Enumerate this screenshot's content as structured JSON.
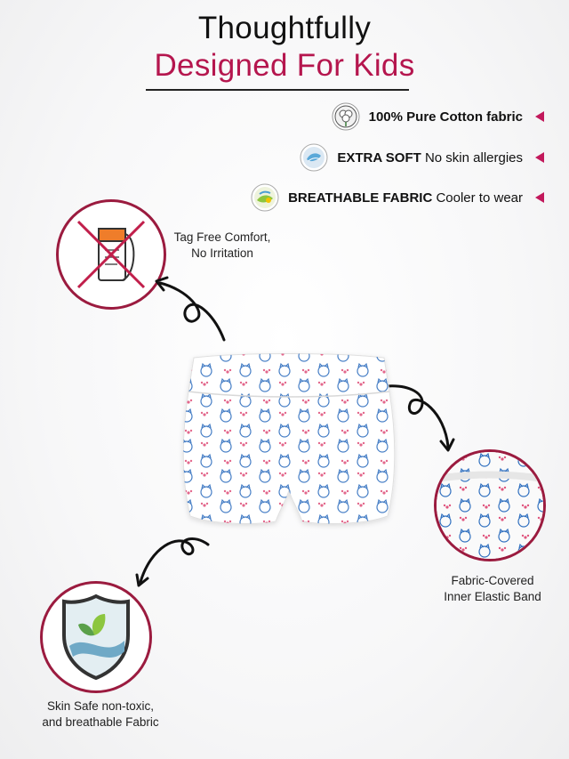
{
  "heading": {
    "line1": "Thoughtfully",
    "line2": "Designed For Kids"
  },
  "features": [
    {
      "bold": "100% Pure Cotton fabric",
      "rest": "",
      "icon": "cotton-flower-icon"
    },
    {
      "bold": "EXTRA SOFT",
      "rest": "No skin allergies",
      "icon": "soft-leaf-icon"
    },
    {
      "bold": "BREATHABLE FABRIC",
      "rest": "Cooler to wear",
      "icon": "breathable-icon"
    }
  ],
  "callouts": {
    "tag_free": {
      "line1": "Tag Free Comfort,",
      "line2": "No Irritation"
    },
    "elastic": {
      "line1": "Fabric-Covered",
      "line2": "Inner Elastic Band"
    },
    "skin_safe": {
      "line1": "Skin Safe non-toxic,",
      "line2": "and breathable Fabric"
    }
  },
  "colors": {
    "brand": "#b5164e",
    "accent_arrow": "#c2185b",
    "print_blue": "#2f6fbf",
    "print_pink": "#e0567f"
  }
}
